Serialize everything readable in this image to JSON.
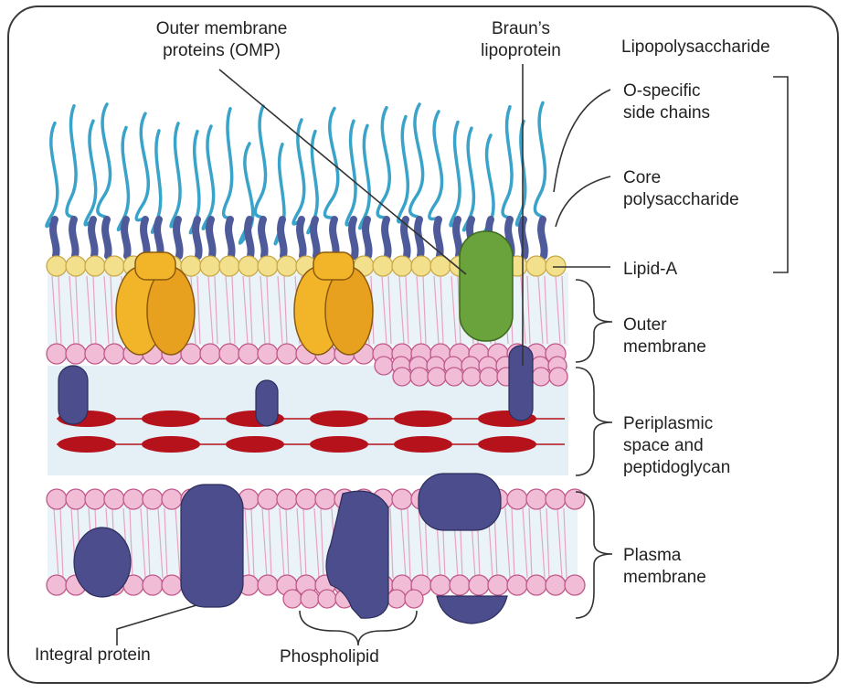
{
  "labels": {
    "omp": "Outer membrane\nproteins (OMP)",
    "braun": "Braun’s\nlipoprotein",
    "lps": "Lipopolysaccharide",
    "o_specific": "O-specific\nside chains",
    "core": "Core\npolysaccharide",
    "lipid_a": "Lipid-A",
    "outer_membrane": "Outer\nmembrane",
    "periplasmic": "Periplasmic\nspace and\npeptidoglycan",
    "plasma": "Plasma\nmembrane",
    "integral": "Integral protein",
    "phospholipid": "Phospholipid"
  },
  "colors": {
    "o_chain": "#3aa3c9",
    "core_poly": "#4f5a9a",
    "lipid_a_head": "#f3e08c",
    "phospholipid_head": "#f1bcd6",
    "omp": "#f2b52a",
    "braun": "#6aa33b",
    "protein": "#4c4d8c",
    "peptidoglycan": "#b5121b",
    "periplasm": "#e4eff6"
  }
}
